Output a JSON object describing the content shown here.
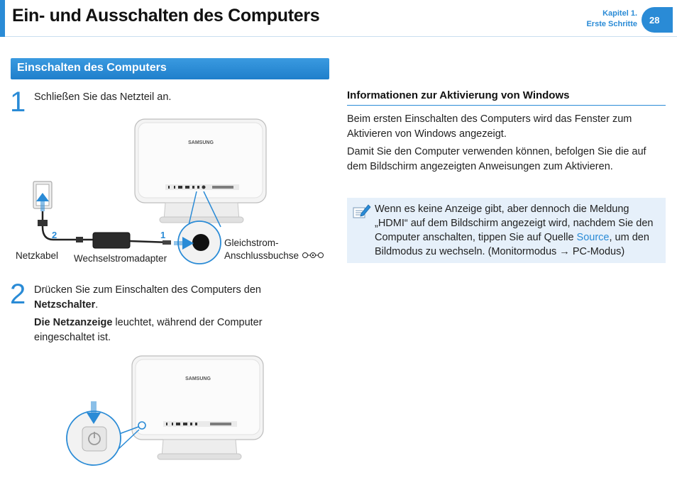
{
  "header": {
    "title": "Ein- und Ausschalten des Computers",
    "chapter_line1": "Kapitel 1.",
    "chapter_line2": "Erste Schritte",
    "page_number": "28"
  },
  "section": {
    "heading": "Einschalten des Computers"
  },
  "step1": {
    "number": "1",
    "text": "Schließen Sie das Netzteil an.",
    "brand": "SAMSUNG",
    "label_power_cable": "Netzkabel",
    "label_adapter": "Wechselstromadapter",
    "label_dc_jack_line1": "Gleichstrom-",
    "label_dc_jack_line2": "Anschlussbuchse",
    "callout_1": "1",
    "callout_2": "2"
  },
  "step2": {
    "number": "2",
    "text_line": "Drücken Sie zum Einschalten des Computers den",
    "text_bold": "Netzschalter",
    "text_end": ".",
    "indicator_bold": "Die Netzanzeige",
    "indicator_rest": " leuchtet, während der Computer eingeschaltet ist.",
    "brand": "SAMSUNG"
  },
  "info": {
    "title": "Informationen zur Aktivierung von Windows",
    "para1": "Beim ersten Einschalten des Computers wird das Fenster zum Aktivieren von Windows angezeigt.",
    "para2": "Damit Sie den Computer verwenden können, befolgen Sie die auf dem Bildschirm angezeigten Anweisungen zum Aktivieren."
  },
  "note": {
    "icon": "note-pencil-icon",
    "text_before": "Wenn es keine Anzeige gibt, aber dennoch die Meldung „HDMI“ auf dem Bildschirm angezeigt wird, nachdem Sie den Computer anschalten, tippen Sie auf Quelle ",
    "source_word": "Source",
    "text_after": ", um den Bildmodus zu wechseln. (Monitormodus → PC-Modus)"
  },
  "colors": {
    "accent": "#2a8bd6",
    "note_bg": "#e6f0fa"
  }
}
